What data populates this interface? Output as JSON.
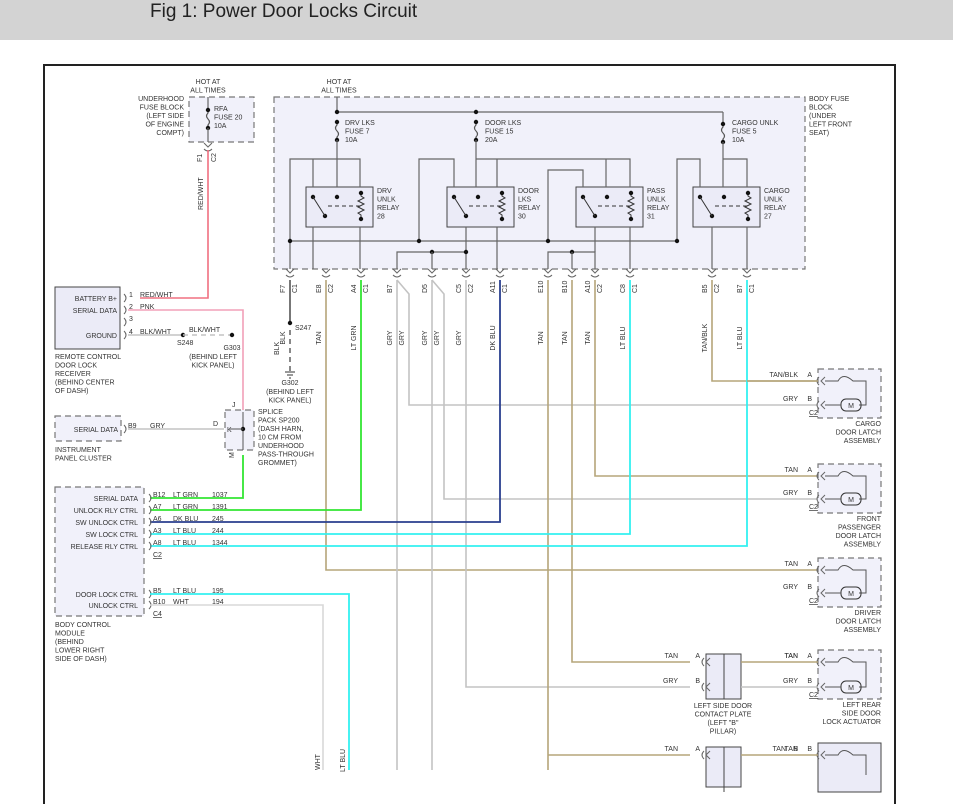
{
  "header": {
    "title": "Fig 1: Power Door Locks Circuit"
  },
  "colors": {
    "header_bg": "#d3d3d3",
    "red_wht": "#f07080",
    "pnk": "#f2a0b8",
    "tan": "#b5a57a",
    "lt_grn": "#33e633",
    "dk_blu": "#2a3f8f",
    "lt_blu": "#33f0f0",
    "gry": "#c3c3c3",
    "blk": "#555555",
    "wht": "#d8d8d8"
  },
  "underhood_fuse_block": {
    "hot_label": [
      "HOT AT",
      "ALL TIMES"
    ],
    "name": [
      "UNDERHOOD",
      "FUSE BLOCK",
      "(LEFT SIDE",
      "OF ENGINE",
      "COMPT)"
    ],
    "fuse": [
      "RFA",
      "FUSE 20",
      "10A"
    ],
    "pins": [
      "F1",
      "C2"
    ],
    "wire": "RED/WHT"
  },
  "body_fuse_block": {
    "hot_label": [
      "HOT AT",
      "ALL TIMES"
    ],
    "name": [
      "BODY FUSE",
      "BLOCK",
      "(UNDER",
      "LEFT FRONT",
      "SEAT)"
    ],
    "fuses": [
      {
        "lines": [
          "DRV LKS",
          "FUSE 7",
          "10A"
        ]
      },
      {
        "lines": [
          "DOOR LKS",
          "FUSE 15",
          "20A"
        ]
      },
      {
        "lines": [
          "CARGO UNLK",
          "FUSE 5",
          "10A"
        ]
      }
    ],
    "relays": [
      {
        "lines": [
          "DRV",
          "UNLK",
          "RELAY",
          "28"
        ]
      },
      {
        "lines": [
          "DOOR",
          "LKS",
          "RELAY",
          "30"
        ]
      },
      {
        "lines": [
          "PASS",
          "UNLK",
          "RELAY",
          "31"
        ]
      },
      {
        "lines": [
          "CARGO",
          "UNLK",
          "RELAY",
          "27"
        ]
      }
    ],
    "outputs": [
      {
        "pin": "F7",
        "conn": "C1",
        "wire": "BLK"
      },
      {
        "pin": "E8",
        "conn": "C2",
        "wire": "TAN"
      },
      {
        "pin": "A4",
        "conn": "C1",
        "wire": "LT GRN"
      },
      {
        "pin": "B7",
        "conn": "",
        "wire": "GRY"
      },
      {
        "pin": "",
        "conn": "",
        "wire": "GRY"
      },
      {
        "pin": "D5",
        "conn": "",
        "wire": "GRY"
      },
      {
        "pin": "",
        "conn": "",
        "wire": "GRY"
      },
      {
        "pin": "C5",
        "conn": "C2",
        "wire": "GRY"
      },
      {
        "pin": "A11",
        "conn": "C1",
        "wire": "DK BLU"
      },
      {
        "pin": "E10",
        "conn": "",
        "wire": "TAN"
      },
      {
        "pin": "B10",
        "conn": "",
        "wire": "TAN"
      },
      {
        "pin": "A10",
        "conn": "C2",
        "wire": "TAN"
      },
      {
        "pin": "C8",
        "conn": "C1",
        "wire": "LT BLU"
      },
      {
        "pin": "B5",
        "conn": "C2",
        "wire": "TAN/BLK"
      },
      {
        "pin": "B7",
        "conn": "C1",
        "wire": "LT BLU"
      }
    ]
  },
  "ground_s247": {
    "splice": "S247",
    "wire": "BLK",
    "ground": "G302",
    "location": [
      "(BEHIND LEFT",
      "KICK PANEL)"
    ]
  },
  "remote_receiver": {
    "pins": [
      {
        "num": "1",
        "label": "BATTERY B+",
        "wire": "RED/WHT"
      },
      {
        "num": "2",
        "label": "SERIAL DATA",
        "wire": "PNK"
      },
      {
        "num": "3",
        "label": "",
        "wire": ""
      },
      {
        "num": "4",
        "label": "GROUND",
        "wire": "BLK/WHT"
      }
    ],
    "splice": "S248",
    "ground_wire": "BLK/WHT",
    "ground": "G303",
    "ground_location": [
      "(BEHIND LEFT",
      "KICK PANEL)"
    ],
    "name": [
      "REMOTE CONTROL",
      "DOOR LOCK",
      "RECEIVER",
      "(BEHIND CENTER",
      "OF DASH)"
    ]
  },
  "instrument_cluster": {
    "label": "SERIAL DATA",
    "pin": "B9",
    "wire": "GRY",
    "name": [
      "INSTRUMENT",
      "PANEL CLUSTER"
    ]
  },
  "splice_pack": {
    "pins": [
      "J",
      "D",
      "K",
      "M"
    ],
    "name": [
      "SPLICE",
      "PACK SP200",
      "(DASH HARN,",
      "10 CM FROM",
      "UNDERHOOD",
      "PASS-THROUGH",
      "GROMMET)"
    ]
  },
  "bcm": {
    "rows_c2": [
      {
        "label": "SERIAL DATA",
        "pin": "B12",
        "wire": "LT GRN",
        "circuit": "1037"
      },
      {
        "label": "UNLOCK RLY CTRL",
        "pin": "A7",
        "wire": "LT GRN",
        "circuit": "1391"
      },
      {
        "label": "SW UNLOCK CTRL",
        "pin": "A6",
        "wire": "DK BLU",
        "circuit": "245"
      },
      {
        "label": "SW LOCK CTRL",
        "pin": "A3",
        "wire": "LT BLU",
        "circuit": "244"
      },
      {
        "label": "RELEASE RLY CTRL",
        "pin": "A8",
        "wire": "LT BLU",
        "circuit": "1344"
      }
    ],
    "conn_c2": "C2",
    "rows_c4": [
      {
        "label": "DOOR LOCK CTRL",
        "pin": "B5",
        "wire": "LT BLU",
        "circuit": "195"
      },
      {
        "label": "UNLOCK CTRL",
        "pin": "B10",
        "wire": "WHT",
        "circuit": "194"
      }
    ],
    "conn_c4": "C4",
    "name": [
      "BODY CONTROL",
      "MODULE",
      "(BEHIND",
      "LOWER RIGHT",
      "SIDE OF DASH)"
    ]
  },
  "actuators": [
    {
      "wire_a": "TAN/BLK",
      "wire_b": "GRY",
      "pin_a": "A",
      "pin_b": "B",
      "conn": "C2",
      "name": [
        "CARGO",
        "DOOR LATCH",
        "ASSEMBLY"
      ],
      "motor": "M"
    },
    {
      "wire_a": "TAN",
      "wire_b": "GRY",
      "pin_a": "A",
      "pin_b": "B",
      "conn": "C2",
      "name": [
        "FRONT",
        "PASSENGER",
        "DOOR LATCH",
        "ASSEMBLY"
      ],
      "motor": "M"
    },
    {
      "wire_a": "TAN",
      "wire_b": "GRY",
      "pin_a": "A",
      "pin_b": "B",
      "conn": "C2",
      "name": [
        "DRIVER",
        "DOOR LATCH",
        "ASSEMBLY"
      ],
      "motor": "M"
    },
    {
      "wire_a": "TAN",
      "wire_b": "GRY",
      "pin_a": "A",
      "pin_b": "B",
      "conn": "C2",
      "name": [
        "LEFT REAR",
        "SIDE DOOR",
        "LOCK ACTUATOR"
      ],
      "motor": "M"
    },
    {
      "wire_a": "TAN",
      "wire_b": "",
      "pin_a": "B",
      "pin_b": "A",
      "conn": "",
      "name": [],
      "motor": ""
    }
  ],
  "contact_plates": [
    {
      "wire_a": "TAN",
      "wire_b": "GRY",
      "pin_a": "A",
      "pin_b": "B",
      "name": [
        "LEFT SIDE DOOR",
        "CONTACT PLATE",
        "(LEFT \"B\"",
        "PILLAR)"
      ]
    },
    {
      "wire_a": "TAN",
      "wire_b": "",
      "pin_a": "A",
      "pin_b": "",
      "name": []
    }
  ],
  "bottom_labels": {
    "wht": "WHT",
    "lt_blu": "LT BLU"
  }
}
